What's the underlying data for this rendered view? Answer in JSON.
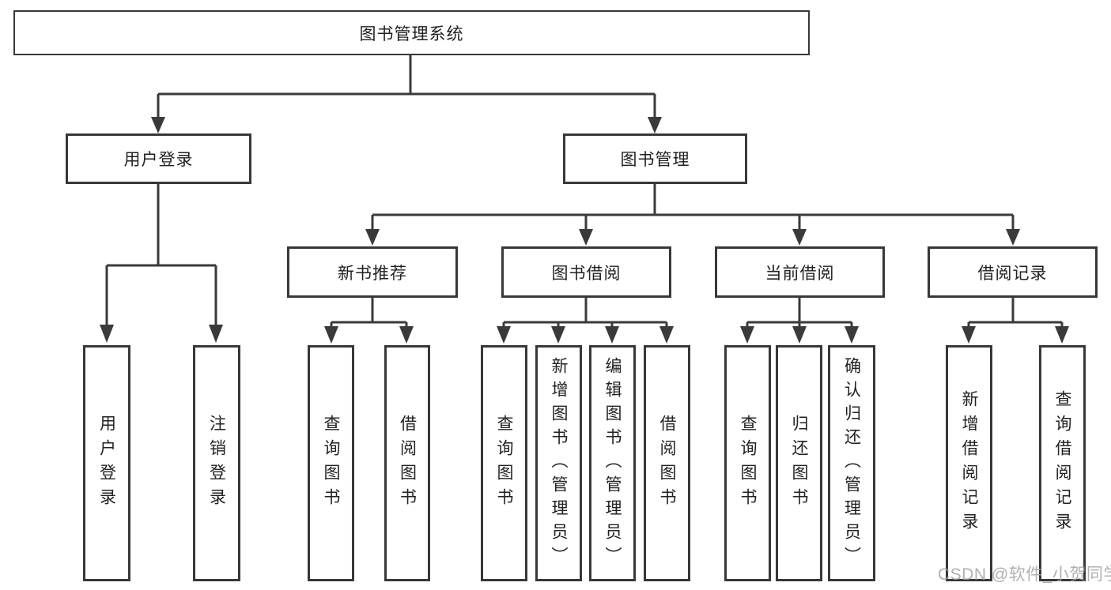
{
  "diagram": {
    "root": "图书管理系统",
    "branches": {
      "userLogin": "用户登录",
      "bookMgmt": "图书管理"
    },
    "modules": {
      "newBookRec": "新书推荐",
      "bookBorrow": "图书借阅",
      "currentBorrow": "当前借阅",
      "borrowRecord": "借阅记录"
    },
    "leaves": {
      "userLogin": "用户登录",
      "logout": "注销登录",
      "queryBook1": "查询图书",
      "borrowBook1": "借阅图书",
      "queryBook2": "查询图书",
      "addBook": "新增图书（管理员）",
      "editBook": "编辑图书（管理员）",
      "borrowBook2": "借阅图书",
      "queryBook3": "查询图书",
      "returnBook": "归还图书",
      "confirmReturn": "确认归还（管理员）",
      "addRecord": "新增借阅记录",
      "queryRecord": "查询借阅记录"
    },
    "colors": {
      "line": "#3a3a3a",
      "boxBorder": "#383838",
      "boxFill": "#ffffff",
      "text": "#222222",
      "watermark": "#a2a2a2"
    }
  },
  "watermark": "CSDN @软件_小贺同学"
}
